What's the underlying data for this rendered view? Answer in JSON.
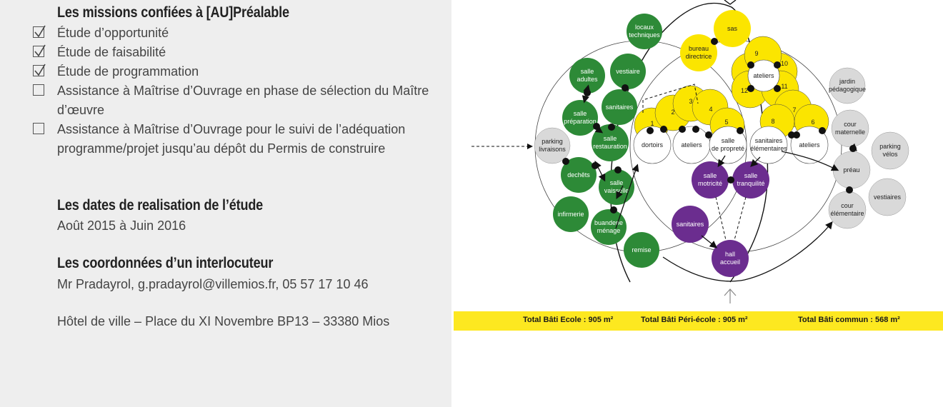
{
  "missions": {
    "title": "Les missions confiées à [AU]Préalable",
    "items": [
      {
        "label": "Étude d’opportunité",
        "checked": true
      },
      {
        "label": "Étude de faisabilité",
        "checked": true
      },
      {
        "label": "Étude de programmation",
        "checked": true
      },
      {
        "label": "Assistance à Maîtrise d’Ouvrage en phase de sélection du Maître d’œuvre",
        "checked": false
      },
      {
        "label": "Assistance à Maîtrise d’Ouvrage pour le suivi de l’adéquation programme/projet jusqu’au dépôt du Permis de construire",
        "checked": false
      }
    ]
  },
  "dates": {
    "title": "Les dates de realisation de l’étude",
    "value": "Août 2015 à Juin 2016"
  },
  "contact": {
    "title": "Les coordonnées d’un interlocuteur",
    "value": "Mr Pradayrol, g.pradayrol@villemios.fr, 05 57 17 10 46",
    "address": "Hôtel de ville – Place du XI Novembre BP13 – 33380 Mios"
  },
  "colors": {
    "green": "#2d8a37",
    "yellow": "#fbe500",
    "purple": "#6b2d8f",
    "grey": "#d9d9d9",
    "band": "#fde820"
  },
  "diagram": {
    "green": [
      {
        "lines": [
          "locaux",
          "techniques"
        ]
      },
      {
        "lines": [
          "salle",
          "adultes"
        ]
      },
      {
        "lines": [
          "vestiaire"
        ]
      },
      {
        "lines": [
          "sanitaires"
        ]
      },
      {
        "lines": [
          "salle",
          "préparation"
        ]
      },
      {
        "lines": [
          "salle",
          "restauration"
        ]
      },
      {
        "lines": [
          "dechêts"
        ]
      },
      {
        "lines": [
          "salle",
          "vaisselle"
        ]
      },
      {
        "lines": [
          "infirmerie"
        ]
      },
      {
        "lines": [
          "buanderie",
          "ménage"
        ]
      },
      {
        "lines": [
          "remise"
        ]
      }
    ],
    "yellow": [
      {
        "lines": [
          "sas"
        ]
      },
      {
        "lines": [
          "bureau",
          "directrice"
        ]
      }
    ],
    "yellow_numbers": [
      "1",
      "2",
      "3",
      "4",
      "5",
      "6",
      "7",
      "8",
      "9",
      "10",
      "11",
      "12"
    ],
    "white": [
      {
        "lines": [
          "ateliers"
        ]
      },
      {
        "lines": [
          "dortoirs"
        ]
      },
      {
        "lines": [
          "ateliers"
        ]
      },
      {
        "lines": [
          "salle",
          "de propreté"
        ]
      },
      {
        "lines": [
          "sanitaires",
          "élémentaires"
        ]
      },
      {
        "lines": [
          "ateliers"
        ]
      }
    ],
    "purple": [
      {
        "lines": [
          "salle",
          "motricité"
        ]
      },
      {
        "lines": [
          "salle",
          "tranquilité"
        ]
      },
      {
        "lines": [
          "sanitaires"
        ]
      },
      {
        "lines": [
          "hall",
          "accueil"
        ]
      }
    ],
    "grey": [
      {
        "lines": [
          "parking",
          "livraisons"
        ]
      },
      {
        "lines": [
          "jardin",
          "pédagogique"
        ]
      },
      {
        "lines": [
          "cour",
          "maternelle"
        ]
      },
      {
        "lines": [
          "parking",
          "vélos"
        ]
      },
      {
        "lines": [
          "préau"
        ]
      },
      {
        "lines": [
          "vestiaires"
        ]
      },
      {
        "lines": [
          "cour",
          "élémentaire"
        ]
      }
    ]
  },
  "footer": {
    "school": "Total Bâti Ecole : 905 m²",
    "peri": "Total    Bâti Péri-école : 905 m²",
    "common": "Total Bâti commun : 568 m²"
  }
}
